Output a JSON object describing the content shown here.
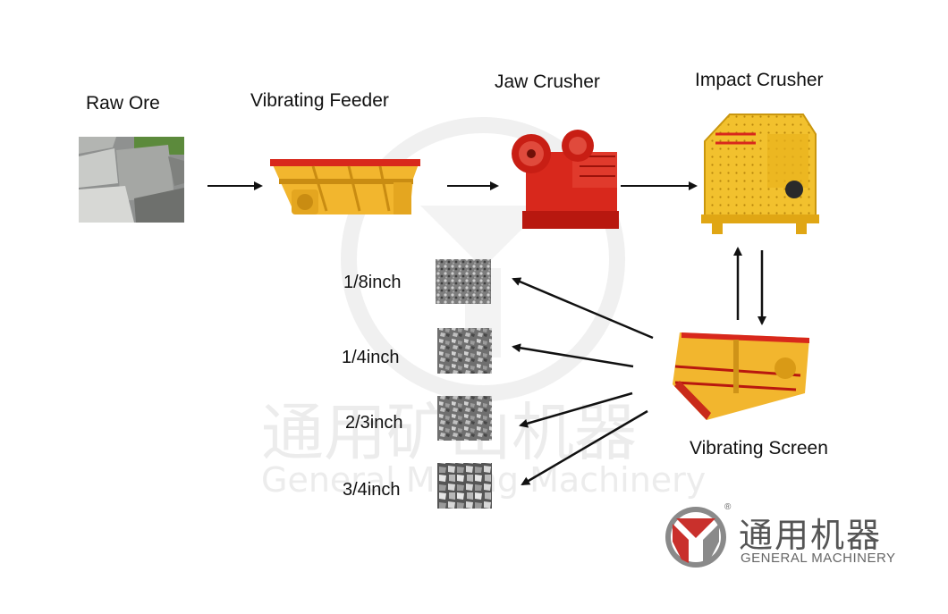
{
  "stages": {
    "raw_ore": "Raw Ore",
    "vibrating_feeder": "Vibrating Feeder",
    "jaw_crusher": "Jaw Crusher",
    "impact_crusher": "Impact Crusher",
    "vibrating_screen": "Vibrating Screen"
  },
  "sizes": [
    "1/8inch",
    "1/4inch",
    "2/3inch",
    "3/4inch"
  ],
  "watermark": {
    "cn": "通用矿山机器",
    "en": "General Mining Machinery"
  },
  "logo": {
    "cn": "通用机器",
    "en": "GENERAL MACHINERY",
    "reg": "®"
  },
  "colors": {
    "machine_yellow": "#f2c12e",
    "machine_red": "#d8281c",
    "arrow": "#111111",
    "logo_red": "#c9302c",
    "logo_gray": "#8a8a8a"
  }
}
